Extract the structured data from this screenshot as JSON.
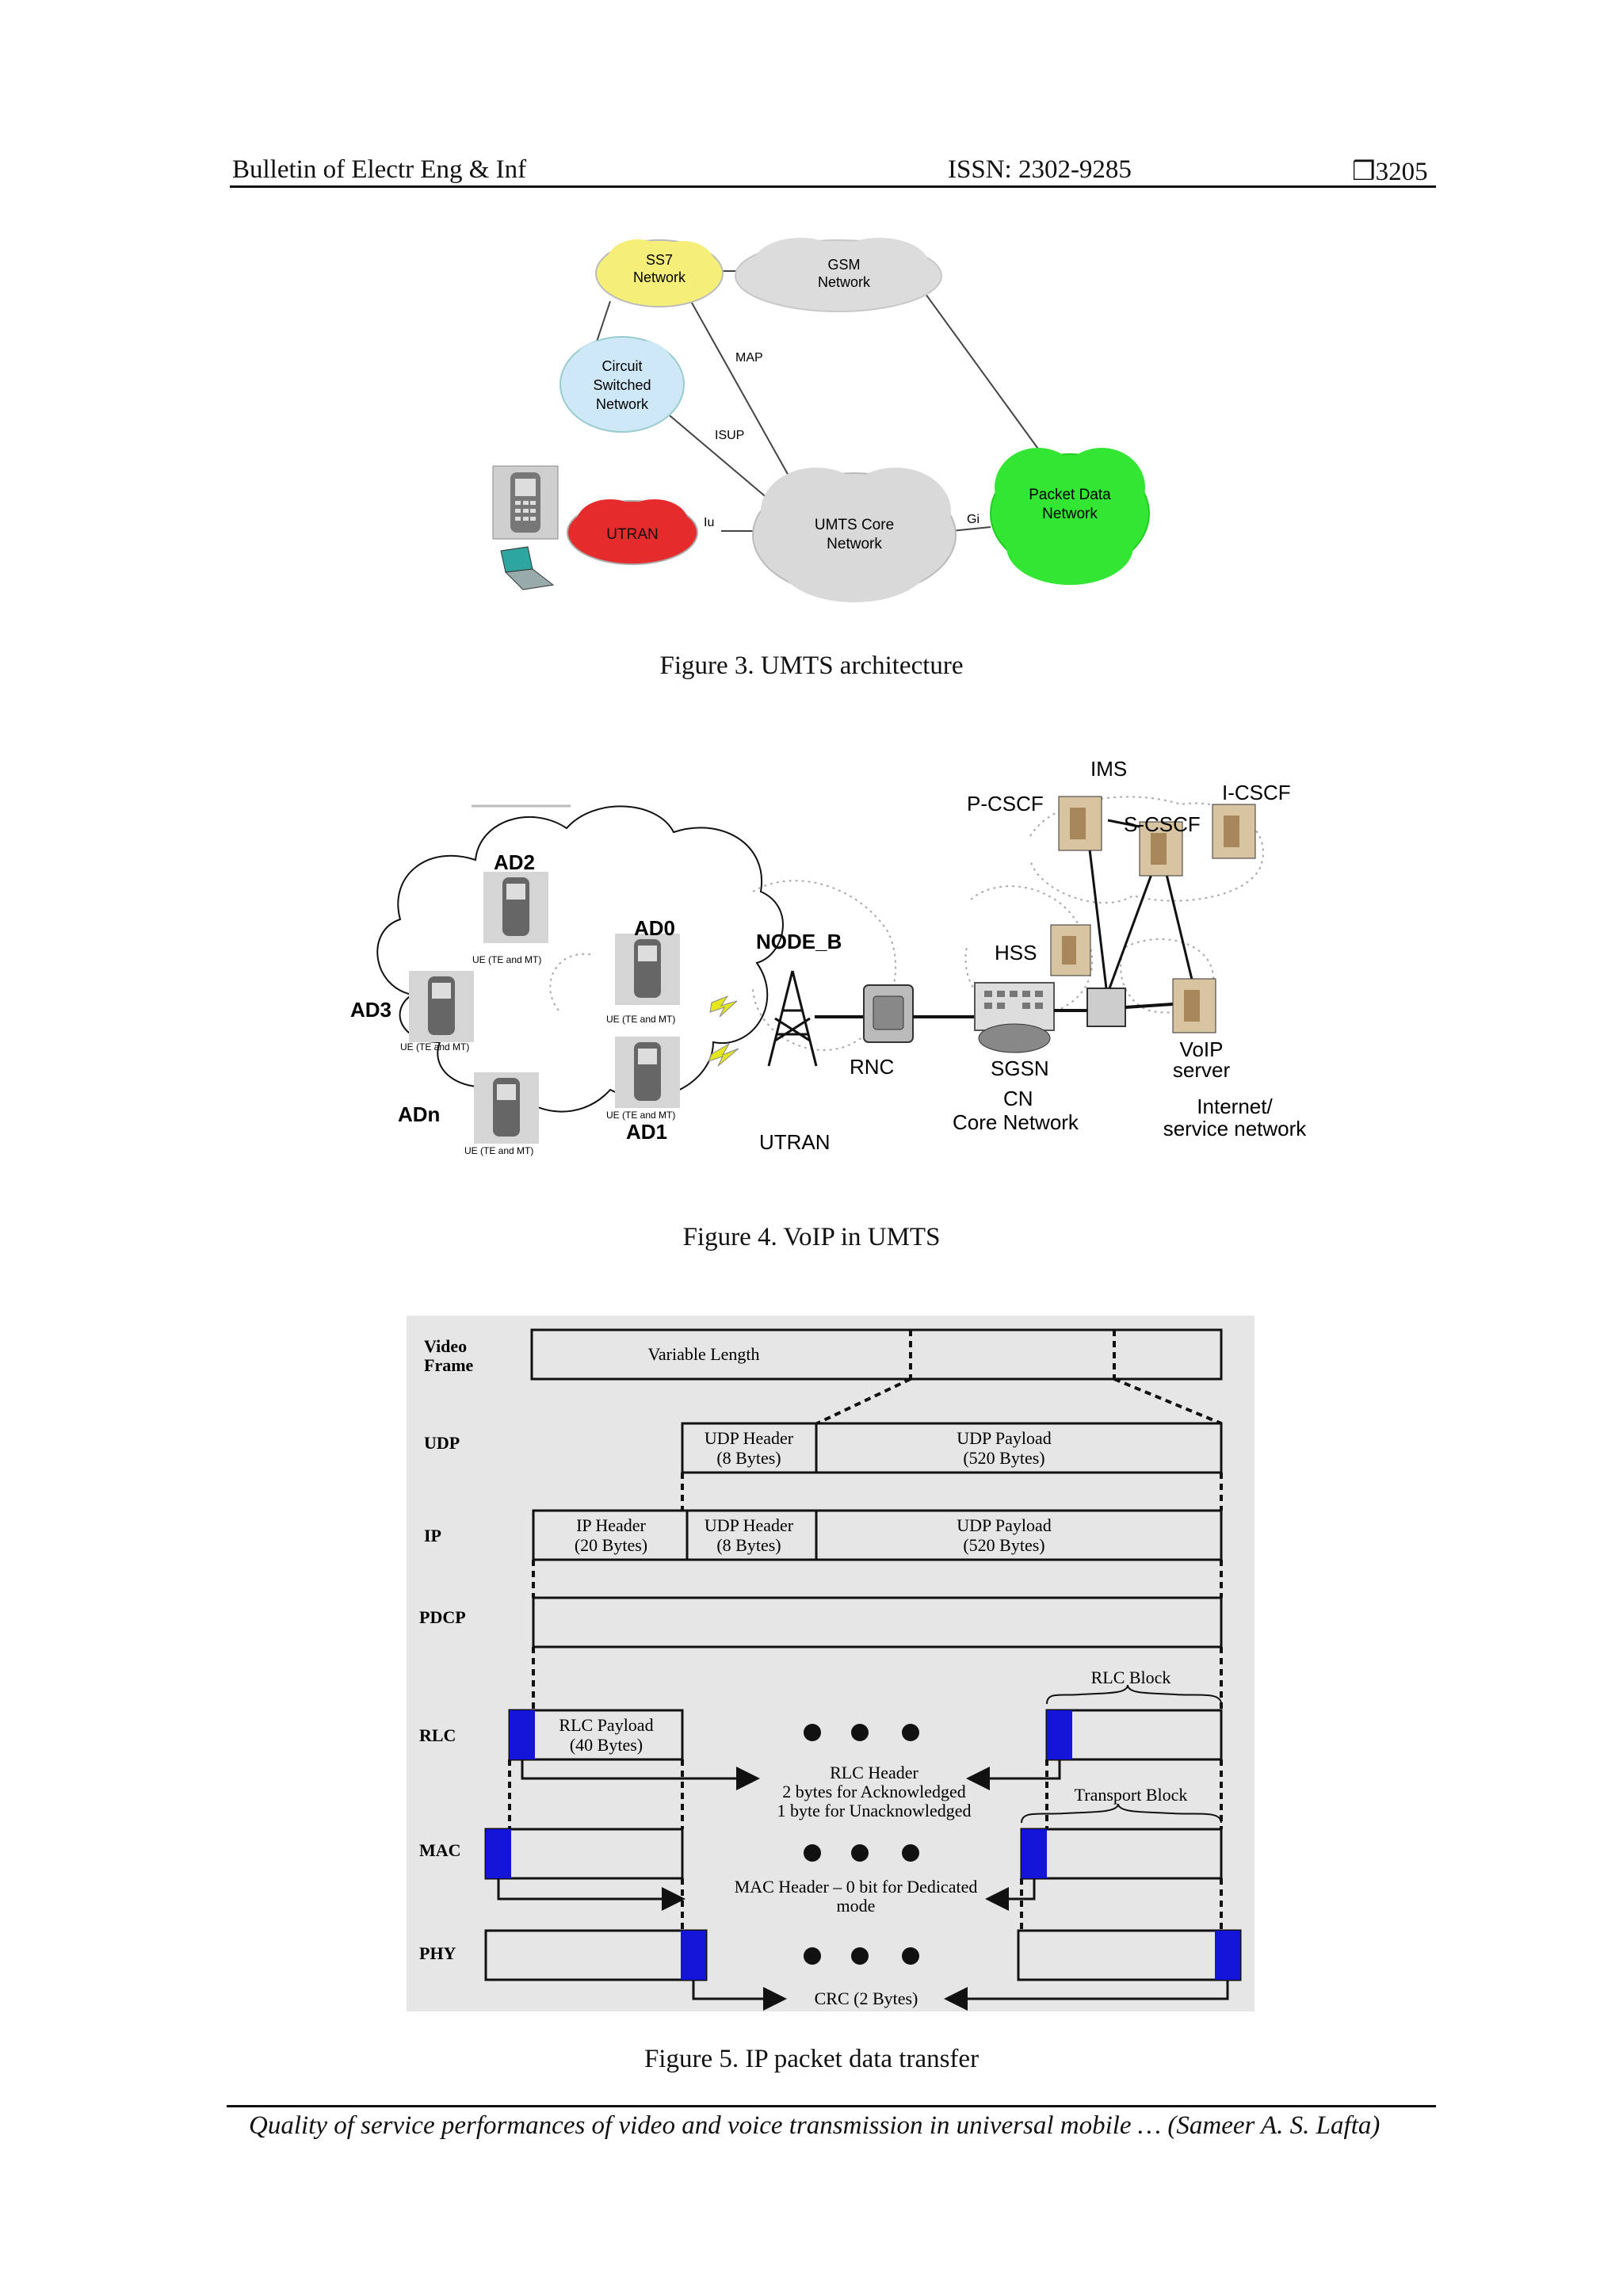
{
  "header": {
    "journal": "Bulletin of Electr Eng & Inf",
    "issn": "ISSN: 2302-9285",
    "page_box": "❒",
    "page_number": "3205"
  },
  "figure3": {
    "caption": "Figure 3. UMTS architecture",
    "ss7": [
      "SS7",
      "Network"
    ],
    "gsm": [
      "GSM",
      "Network"
    ],
    "circuit": [
      "Circuit",
      "Switched",
      "Network"
    ],
    "utran": "UTRAN",
    "core": [
      "UMTS Core",
      "Network"
    ],
    "packet": [
      "Packet Data",
      "Network"
    ],
    "map": "MAP",
    "isup": "ISUP",
    "iu": "Iu",
    "gi": "Gi"
  },
  "figure4": {
    "caption": "Figure 4. VoIP in UMTS",
    "ims": "IMS",
    "pcscf": "P-CSCF",
    "scscf": "S-CSCF",
    "icscf": "I-CSCF",
    "hss": "HSS",
    "ad2": "AD2",
    "ad0": "AD0",
    "ad3": "AD3",
    "adn": "ADn",
    "ad1": "AD1",
    "ue": "UE (TE and MT)",
    "node_b": "NODE_B",
    "rnc": "RNC",
    "sgsn": "SGSN",
    "cn": [
      "CN",
      "Core Network"
    ],
    "voip": [
      "VoIP",
      "server"
    ],
    "internet": [
      "Internet/",
      "service network"
    ],
    "utran": "UTRAN"
  },
  "figure5": {
    "caption": "Figure 5. IP packet data transfer",
    "layers": {
      "video": [
        "Video",
        "Frame"
      ],
      "udp": "UDP",
      "ip": "IP",
      "pdcp": "PDCP",
      "rlc": "RLC",
      "mac": "MAC",
      "phy": "PHY"
    },
    "variable_length": "Variable Length",
    "udp_header": [
      "UDP Header",
      "(8 Bytes)"
    ],
    "udp_payload": [
      "UDP Payload",
      "(520 Bytes)"
    ],
    "ip_header": [
      "IP Header",
      "(20 Bytes)"
    ],
    "rlc_payload": [
      "RLC Payload",
      "(40 Bytes)"
    ],
    "rlc_block": "RLC Block",
    "rlc_header": [
      "RLC Header",
      "2 bytes for Acknowledged",
      "1 byte for Unacknowledged"
    ],
    "transport_block": "Transport Block",
    "mac_header": [
      "MAC Header – 0 bit for Dedicated",
      "mode"
    ],
    "crc": "CRC (2 Bytes)",
    "colors": {
      "header_block": "#1414d8",
      "background": "#e6e6e6"
    }
  },
  "footer": "Quality of service performances of video and voice transmission in universal mobile … (Sameer A. S. Lafta)"
}
